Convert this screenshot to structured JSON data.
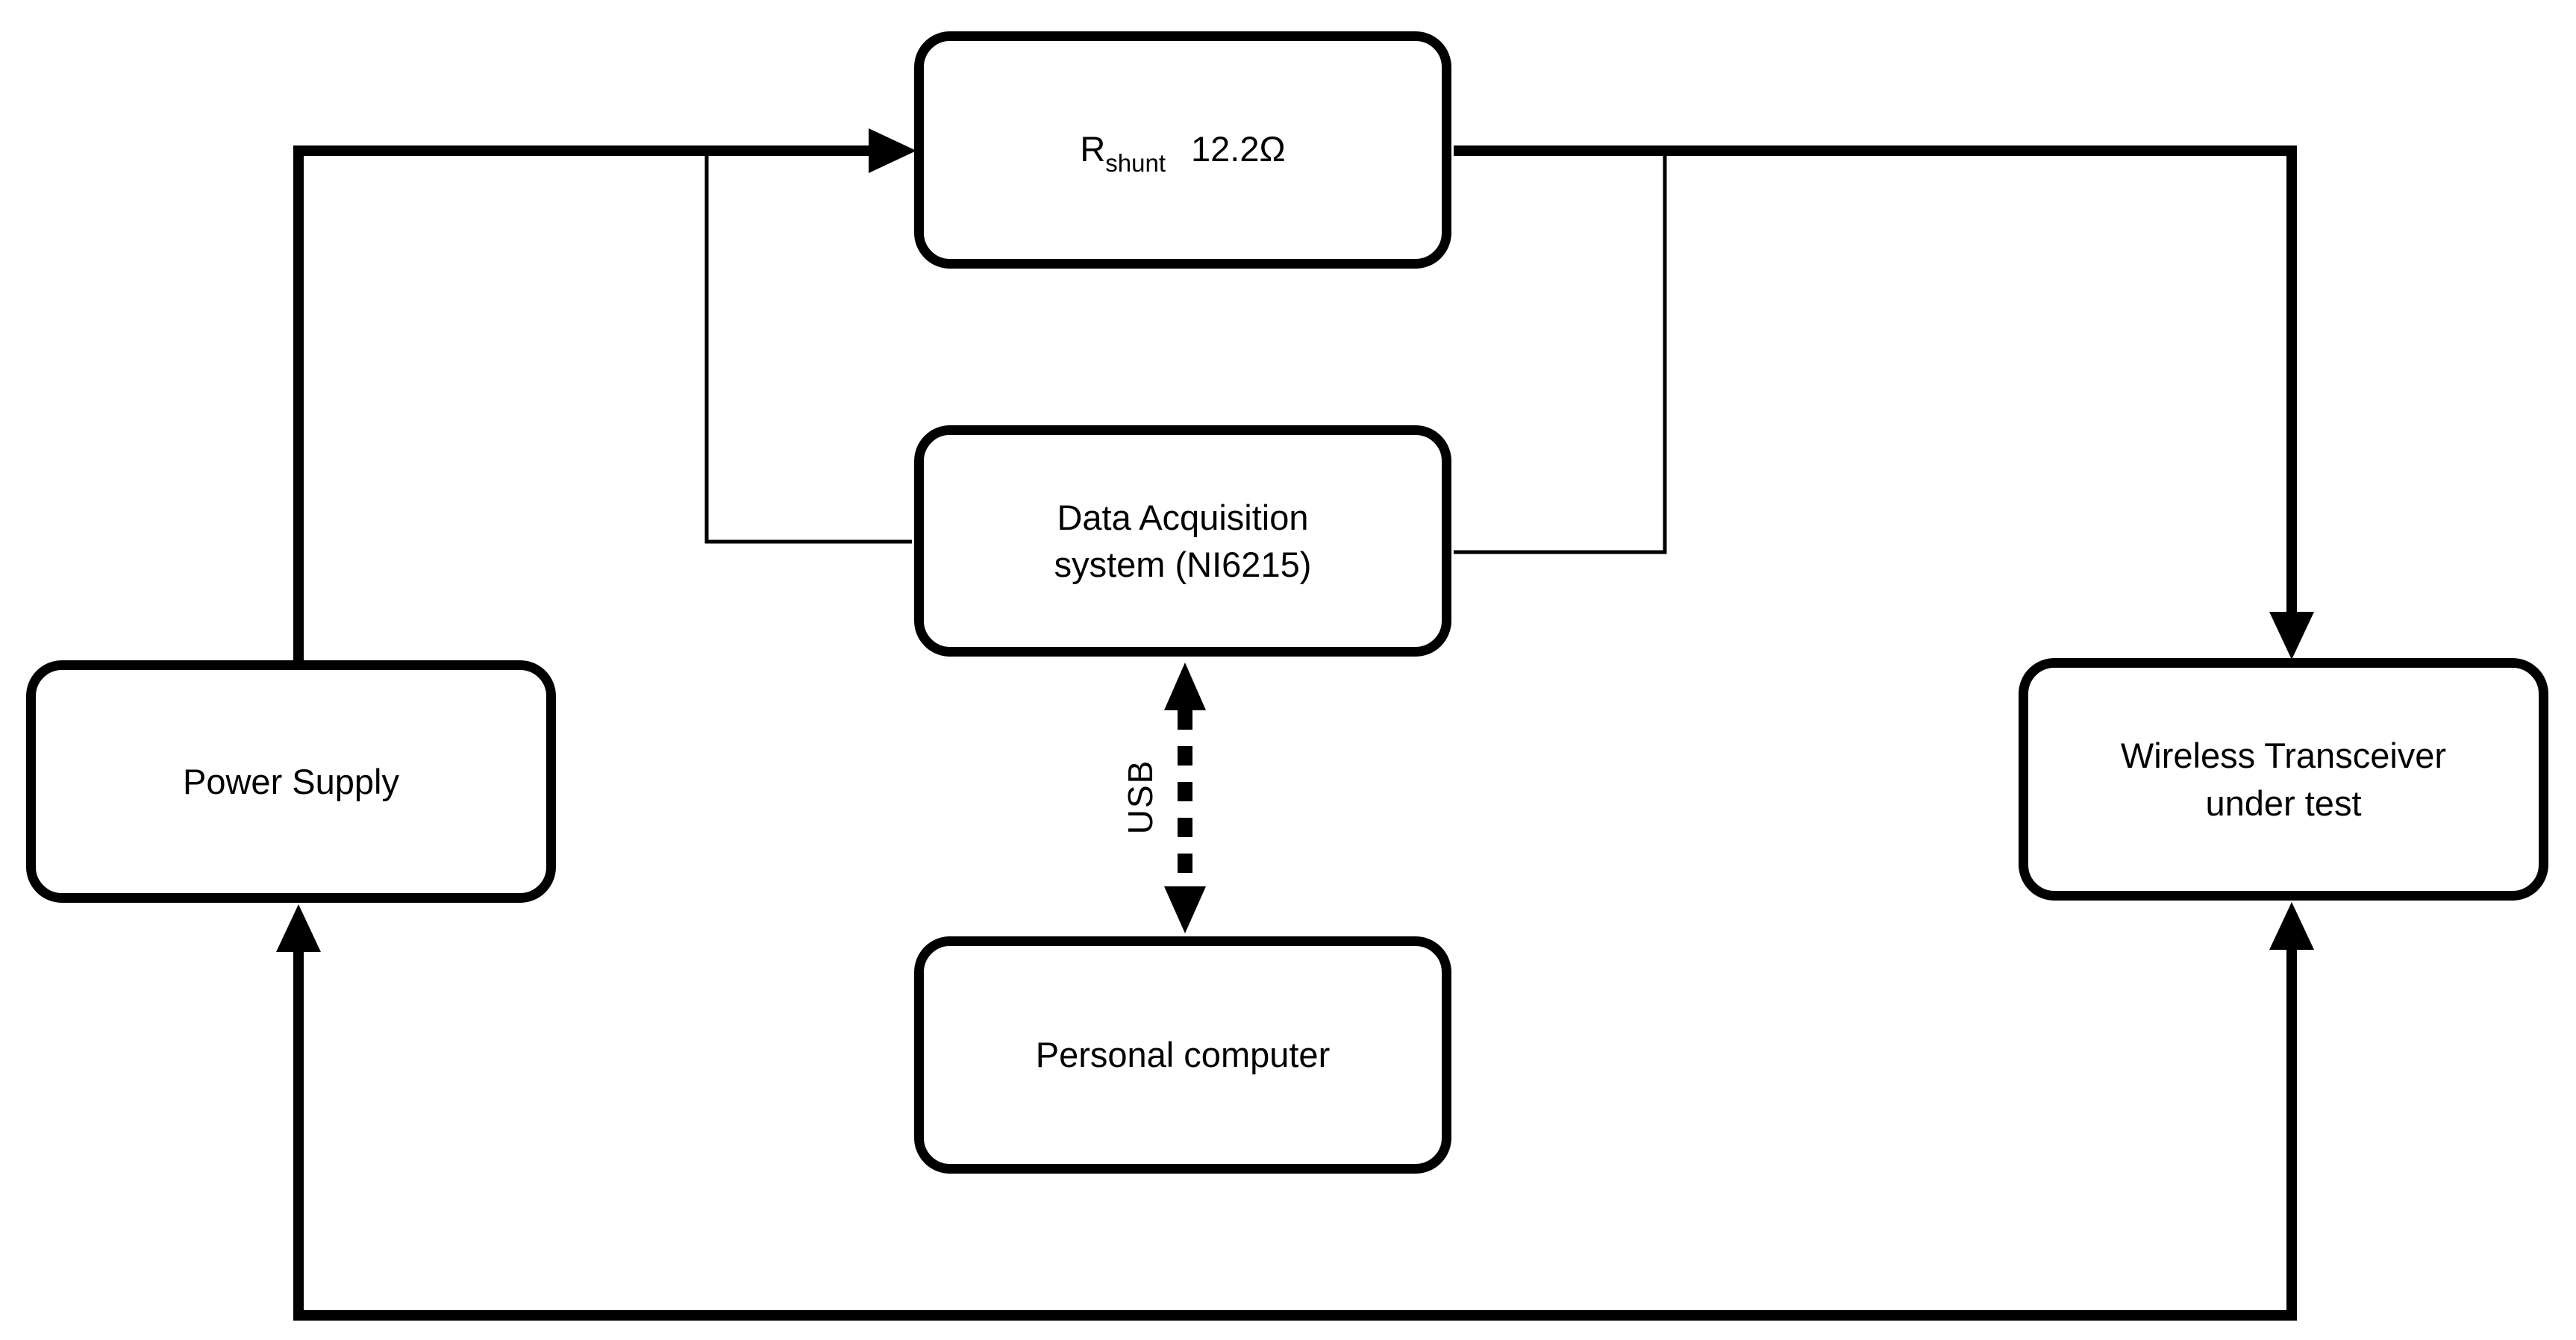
{
  "boxes": {
    "rshunt": {
      "symbol": "R",
      "subscript": "shunt",
      "value": "12.2Ω"
    },
    "daq": {
      "label": "Data Acquisition\nsystem (NI6215)"
    },
    "power_supply": {
      "label": "Power Supply"
    },
    "transceiver": {
      "label": "Wireless Transceiver\nunder test"
    },
    "pc": {
      "label": "Personal computer"
    }
  },
  "labels": {
    "usb": "USB"
  },
  "colors": {
    "line": "#000000",
    "box_border": "#000000",
    "box_fill": "#ffffff",
    "background": "#ffffff"
  }
}
